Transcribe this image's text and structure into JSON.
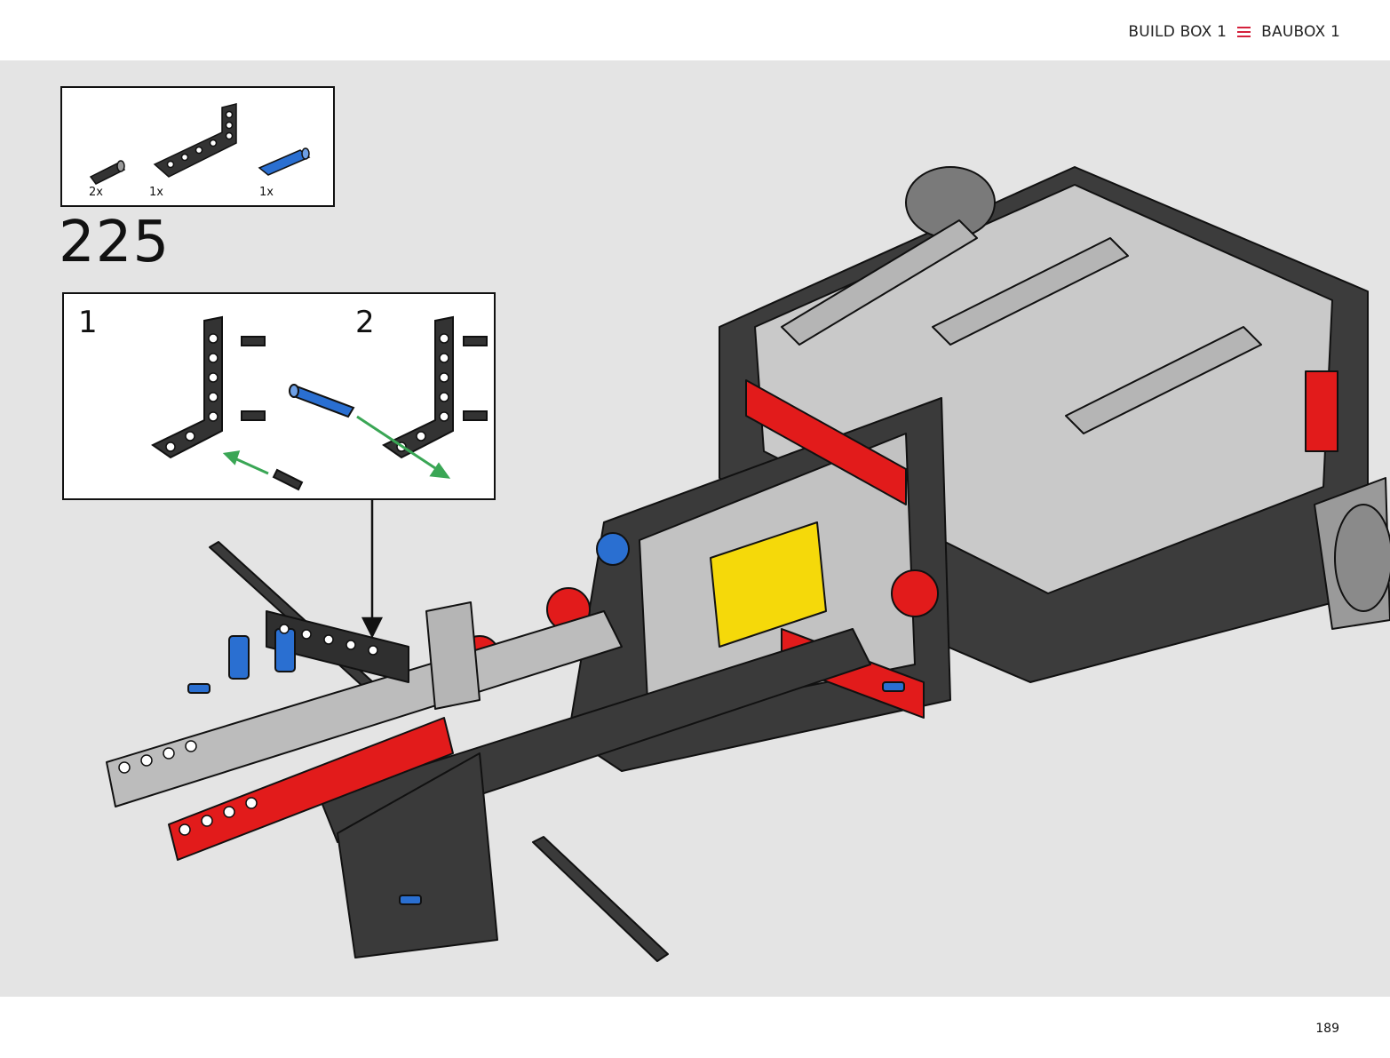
{
  "header": {
    "build_box_label": "BUILD BOX 1",
    "separator_icon": "menu-lines-icon",
    "baubox_label": "BAUBOX 1",
    "accent_color": "#d4213c"
  },
  "parts_list": {
    "items": [
      {
        "part": "black-friction-pin",
        "quantity": "2x"
      },
      {
        "part": "black-l-beam",
        "quantity": "1x"
      },
      {
        "part": "blue-long-pin",
        "quantity": "1x"
      }
    ]
  },
  "step": {
    "number": "225",
    "substeps": [
      {
        "number": "1"
      },
      {
        "number": "2"
      }
    ]
  },
  "colors": {
    "background": "#e4e4e4",
    "beam_black": "#333333",
    "beam_gray": "#b5b5b5",
    "beam_red": "#e21b1b",
    "pin_blue": "#2a6fd1",
    "arrow_green": "#3aa655",
    "yellow": "#f5d90a"
  },
  "footer": {
    "page_number": "189"
  }
}
